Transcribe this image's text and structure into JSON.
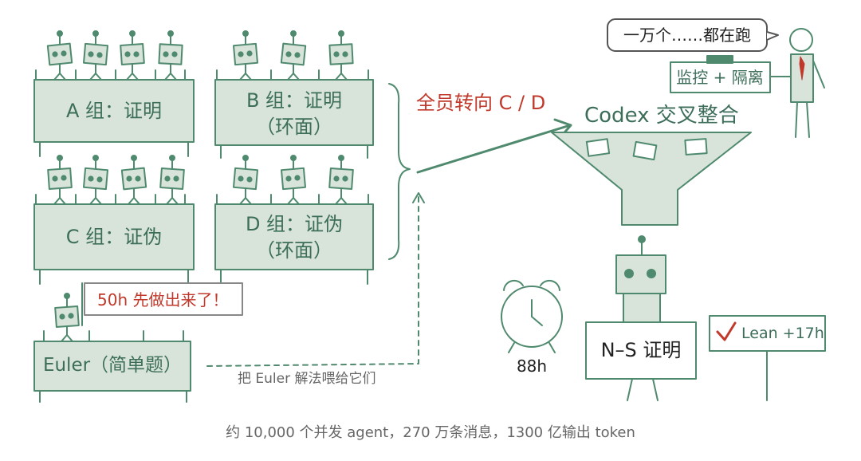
{
  "colors": {
    "line": "#4f8a6e",
    "fill": "#d8e4da",
    "accent_red": "#c0392b",
    "text_green": "#3d6e5a",
    "text_dark": "#222222",
    "caption_grey": "#666666"
  },
  "groups": {
    "a": {
      "label": "A 组：证明"
    },
    "b": {
      "line1": "B 组：证明",
      "line2": "（环面）"
    },
    "c": {
      "label": "C 组：证伪"
    },
    "d": {
      "line1": "D 组：证伪",
      "line2": "（环面）"
    }
  },
  "euler": {
    "label": "Euler（简单题）",
    "speech": "50h 先做出来了！",
    "feed_label": "把 Euler 解法喂给它们"
  },
  "redirect_label": "全员转向 C / D",
  "funnel_label": "Codex 交叉整合",
  "supervisor": {
    "speech": "一万个……都在跑",
    "sign": "监控 + 隔离"
  },
  "result": {
    "sign": "N–S 证明",
    "clock_label": "88h",
    "lean_label": "Lean +17h"
  },
  "caption": "约 10,000 个并发 agent，270 万条消息，1300 亿输出 token",
  "icons": [
    "robot-icon",
    "clock-icon",
    "checkmark-icon",
    "funnel-icon",
    "stick-figure-icon",
    "arrow-icon"
  ]
}
